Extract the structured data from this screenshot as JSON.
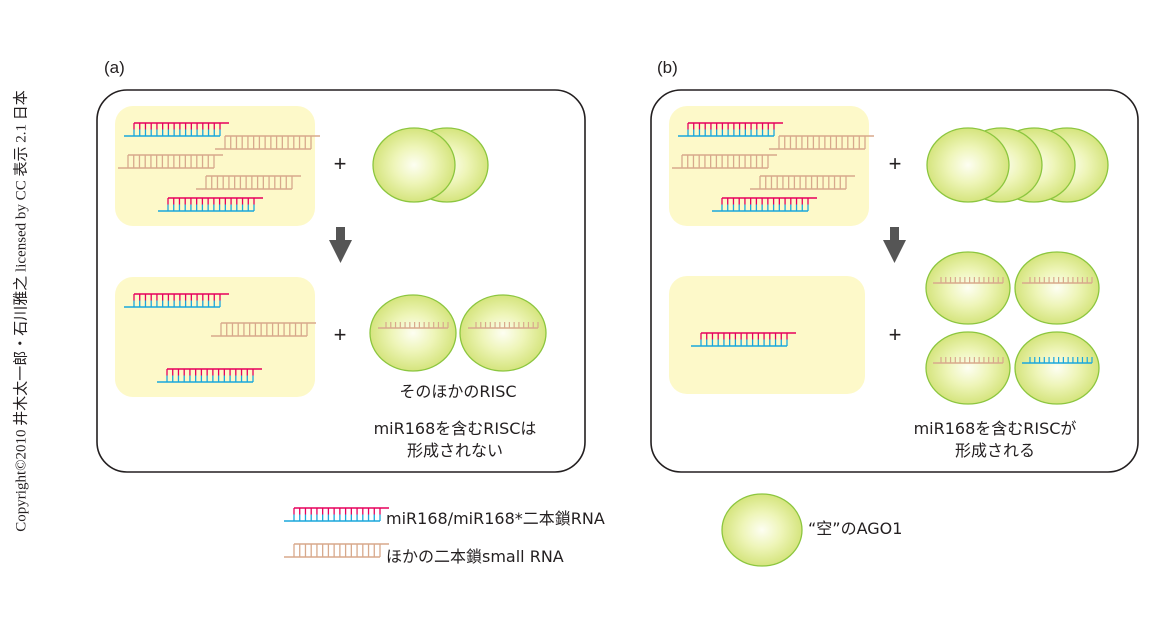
{
  "copyright": "Copyright©2010 井木太一郎・石川雅之 licensed by CC 表示 2.1 日本",
  "colors": {
    "mirna_strand": "#e6005c",
    "mirna_star_strand": "#1aa7dc",
    "other_rna": "#d8a98c",
    "pool_background": "#fdf9c9",
    "ago_fill_center": "#fbfde8",
    "ago_fill_edge": "#d3e37a",
    "ago_stroke": "#8cc63f",
    "arrow": "#555555",
    "border": "#231f20"
  },
  "panels": [
    {
      "label": "(a)",
      "before": {
        "pool": [
          {
            "type": "mirna"
          },
          {
            "type": "other"
          },
          {
            "type": "other"
          },
          {
            "type": "other"
          },
          {
            "type": "mirna"
          }
        ],
        "plus": "+",
        "empty_ago_count": 2
      },
      "after": {
        "pool": [
          {
            "type": "mirna"
          },
          {
            "type": "other"
          },
          {
            "type": "mirna"
          }
        ],
        "plus": "+",
        "loaded_ago": [
          {
            "loaded": "other"
          },
          {
            "loaded": "other"
          }
        ],
        "loaded_label": "そのほかのRISC",
        "conclusion": [
          "miR168を含むRISCは",
          "形成されない"
        ]
      }
    },
    {
      "label": "(b)",
      "before": {
        "pool": [
          {
            "type": "mirna"
          },
          {
            "type": "other"
          },
          {
            "type": "other"
          },
          {
            "type": "other"
          },
          {
            "type": "mirna"
          }
        ],
        "plus": "+",
        "empty_ago_count": 4
      },
      "after": {
        "pool": [
          {
            "type": "mirna"
          }
        ],
        "plus": "+",
        "loaded_ago": [
          {
            "loaded": "other"
          },
          {
            "loaded": "other"
          },
          {
            "loaded": "other"
          },
          {
            "loaded": "mirna"
          }
        ],
        "conclusion": [
          "miR168を含むRISCが",
          "形成される"
        ]
      }
    }
  ],
  "legend": {
    "mirna_duplex": "miR168/miR168*二本鎖RNA",
    "other_duplex": "ほかの二本鎖small RNA",
    "empty_ago": "“空”のAGO1"
  }
}
